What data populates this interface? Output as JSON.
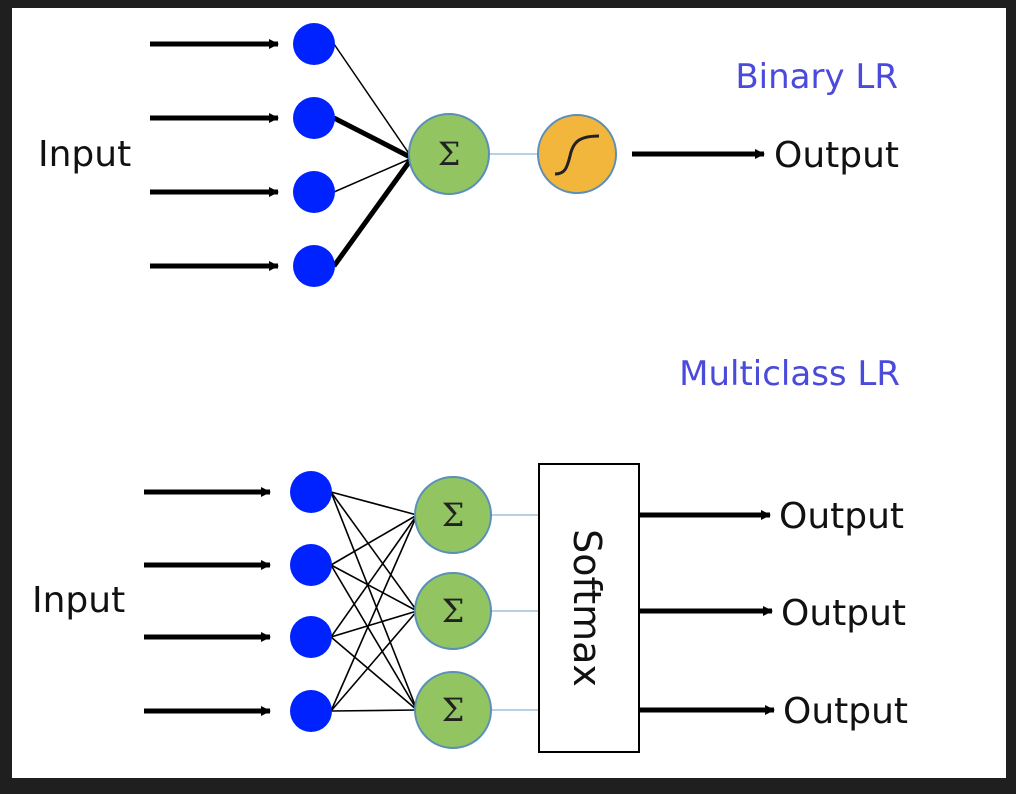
{
  "binary": {
    "title": "Binary LR",
    "input_label": "Input",
    "sum_symbol": "Σ",
    "output_label": "Output"
  },
  "multiclass": {
    "title": "Multiclass LR",
    "input_label": "Input",
    "sum_symbols": [
      "Σ",
      "Σ",
      "Σ"
    ],
    "softmax_label": "Softmax",
    "output_labels": [
      "Output",
      "Output",
      "Output"
    ]
  },
  "colors": {
    "title": "#4a4adb",
    "input_node": "#0022ff",
    "sum_node": "#92c462",
    "sigmoid_node": "#f3b63c",
    "connector": "#9ec1dd",
    "edge": "#000000"
  }
}
